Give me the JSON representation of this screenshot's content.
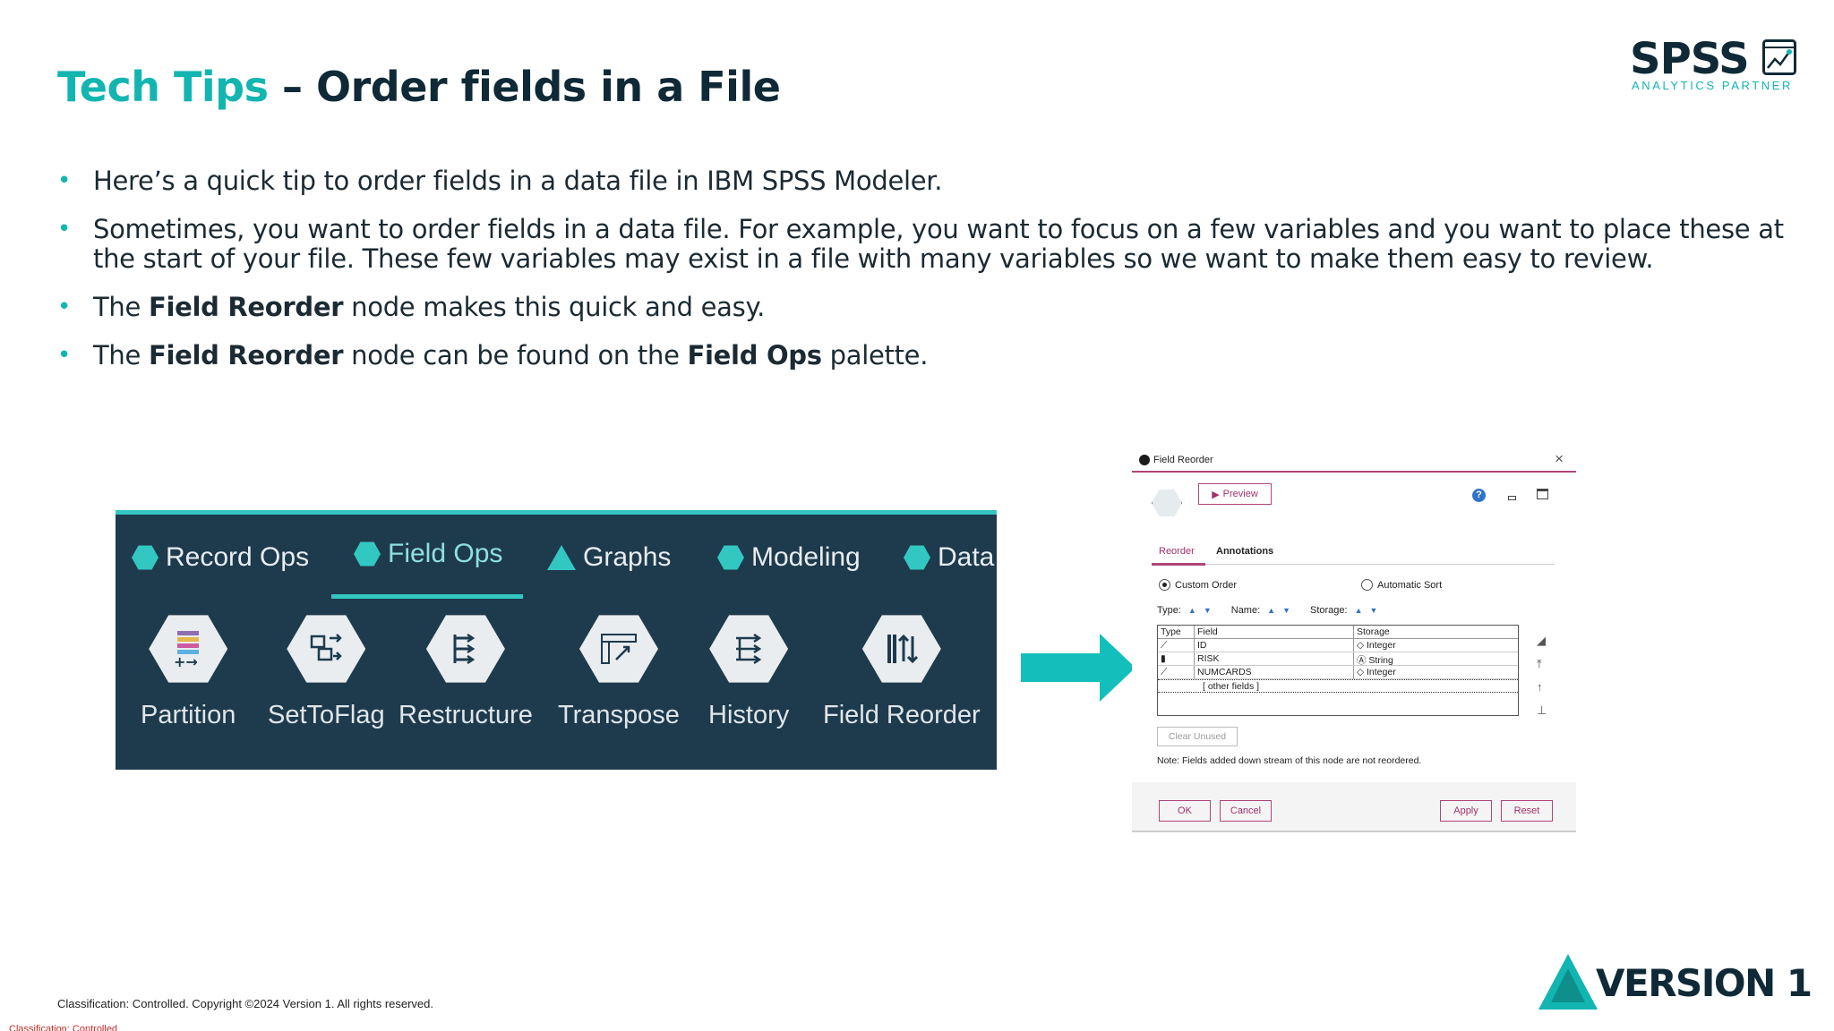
{
  "slide": {
    "title_accent": "Tech Tips",
    "title_rest": " – Order fields in a File"
  },
  "logo": {
    "spss_word": "SPSS",
    "spss_sub": "ANALYTICS PARTNER",
    "version1_word": "VERSION 1"
  },
  "bullets": {
    "b1": "Here’s a quick tip to order fields in a data file in IBM SPSS Modeler.",
    "b2": "Sometimes, you want to order fields in a data file. For example, you want to focus on a few variables and you want to place these at the start of your file. These few variables may exist in a file with many variables so we want to make them easy to review.",
    "b3_pre": "The ",
    "b3_bold": "Field Reorder",
    "b3_post": " node makes this quick and easy.",
    "b4_pre": "The ",
    "b4_bold1": "Field Reorder",
    "b4_mid": " node can be found on the ",
    "b4_bold2": "Field Ops",
    "b4_post": " palette."
  },
  "palette": {
    "tabs": [
      "Record Ops",
      "Field Ops",
      "Graphs",
      "Modeling",
      "Data"
    ],
    "active_tab": "Field Ops",
    "nodes": [
      "Partition",
      "SetToFlag",
      "Restructure",
      "Transpose",
      "History",
      "Field Reorder"
    ]
  },
  "dialog": {
    "title": "Field Reorder",
    "preview_label": "Preview",
    "tabs": [
      "Reorder",
      "Annotations"
    ],
    "radio_custom": "Custom Order",
    "radio_auto": "Automatic Sort",
    "sort_type": "Type:",
    "sort_name": "Name:",
    "sort_storage": "Storage:",
    "table_headers": [
      "Type",
      "Field",
      "Storage"
    ],
    "rows": [
      {
        "field": "ID",
        "storage": "Integer"
      },
      {
        "field": "RISK",
        "storage": "String"
      },
      {
        "field": "NUMCARDS",
        "storage": "Integer"
      }
    ],
    "other_fields": "[ other fields ]",
    "clear_unused": "Clear Unused",
    "note": "Note: Fields added down stream of this node are not reordered.",
    "ok": "OK",
    "cancel": "Cancel",
    "apply": "Apply",
    "reset": "Reset"
  },
  "footer": {
    "copyright": "Classification: Controlled. Copyright ©2024 Version 1. All rights reserved.",
    "classification": "Classification: Controlled"
  },
  "colors": {
    "accent": "#13b5b1",
    "dark": "#0f2a36",
    "palette_bg": "#1e3a4d",
    "dialog_accent": "#b0457a"
  }
}
